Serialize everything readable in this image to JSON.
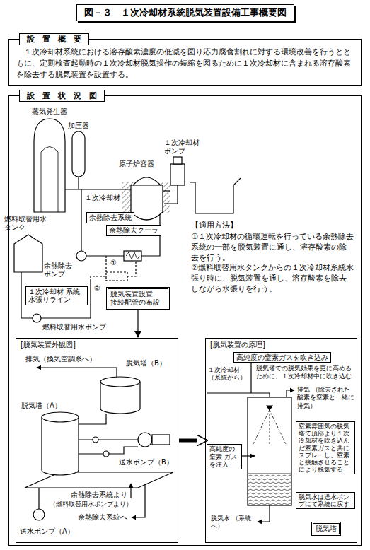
{
  "diagram": {
    "title": "図－３　１次冷却材系統脱気装置設備工事概要図",
    "nodes": [
      {
        "text": [
          "設　置　概　要",
          "１次冷却材系統における溶存酸素濃度の低減を図り応力腐食割れに対する環境改善を行うとともに、定期検査起動時の１次冷却材脱気操作の短縮を図るために１次冷却材に含まれる溶存酸素を除去する脱気装置を設置する。"
        ]
      },
      {
        "text": [
          "設　置　状　況　図"
        ]
      },
      {
        "text": [
          "余熱除去系統"
        ],
        "in": 1
      },
      {
        "text": [
          "余熱除去クーラ"
        ],
        "in": 1
      },
      {
        "text": [
          "１次冷却材 系統水張りライン"
        ],
        "in": 1
      },
      {
        "text": [
          "脱気装置設置 接続配管の布設"
        ],
        "in": 1
      },
      {
        "text": [
          "[脱気装置外観図]"
        ],
        "in": 1
      },
      {
        "text": [
          "[脱気装置の原理]"
        ],
        "in": 1
      },
      {
        "text": [
          "高純度の窒素ガスを吹き込み"
        ],
        "in": 7
      },
      {
        "text": [
          "高純度の窒素 ガスを注入"
        ],
        "in": 7
      },
      {
        "text": [
          "窒素雰囲気の脱気塔で頂部より１次冷却材を吹き込んだ窒素ガスと共にスプレーし、窒素と接触させることにより脱気する"
        ],
        "in": 7
      },
      {
        "text": [
          "脱気水は送水ポンプにて系統に戻す"
        ],
        "in": 7
      },
      {
        "text": [
          "脱気塔"
        ],
        "in": 7
      }
    ],
    "edges": [
      {
        "from": 5,
        "to": 6,
        "arrow": "to"
      },
      {
        "from": 6,
        "to": 7,
        "arrow": "to"
      }
    ],
    "labels": [
      "蒸気発生器",
      "加圧器",
      "原子炉容器",
      "１次冷却材 ポンプ",
      "１次冷却材",
      "余熱除去 ポンプ",
      "①",
      "②",
      "燃料取替用水 タンク",
      "燃料取替用水ポンプ",
      "【適用方法】",
      "①１次冷却材の循環運転を行っている余熱除去系統の一部を脱気装置に通し、溶存酸素の除去を行う。",
      "②燃料取替用水タンクからの１次冷却材系統水張り時に、脱気装置を通し、溶存酸素を除去しながら水張りを行う。",
      "排気（換気空調系へ）",
      "脱気塔（B）",
      "脱気塔（A）",
      "送水ポンプ（B）",
      "余熱除去系統より",
      "（燃料取替用水ポンプより）",
      "余熱除去系統へ",
      "送水ポンプ（A）",
      "１次冷却材 （系統から）",
      "脱気塔での脱気効果を更に高めるために、１次冷却材中に吹き込む",
      "排気 （除去された酸素を窒素と一緒に排気）",
      "脱気水 （系統へ）"
    ]
  }
}
